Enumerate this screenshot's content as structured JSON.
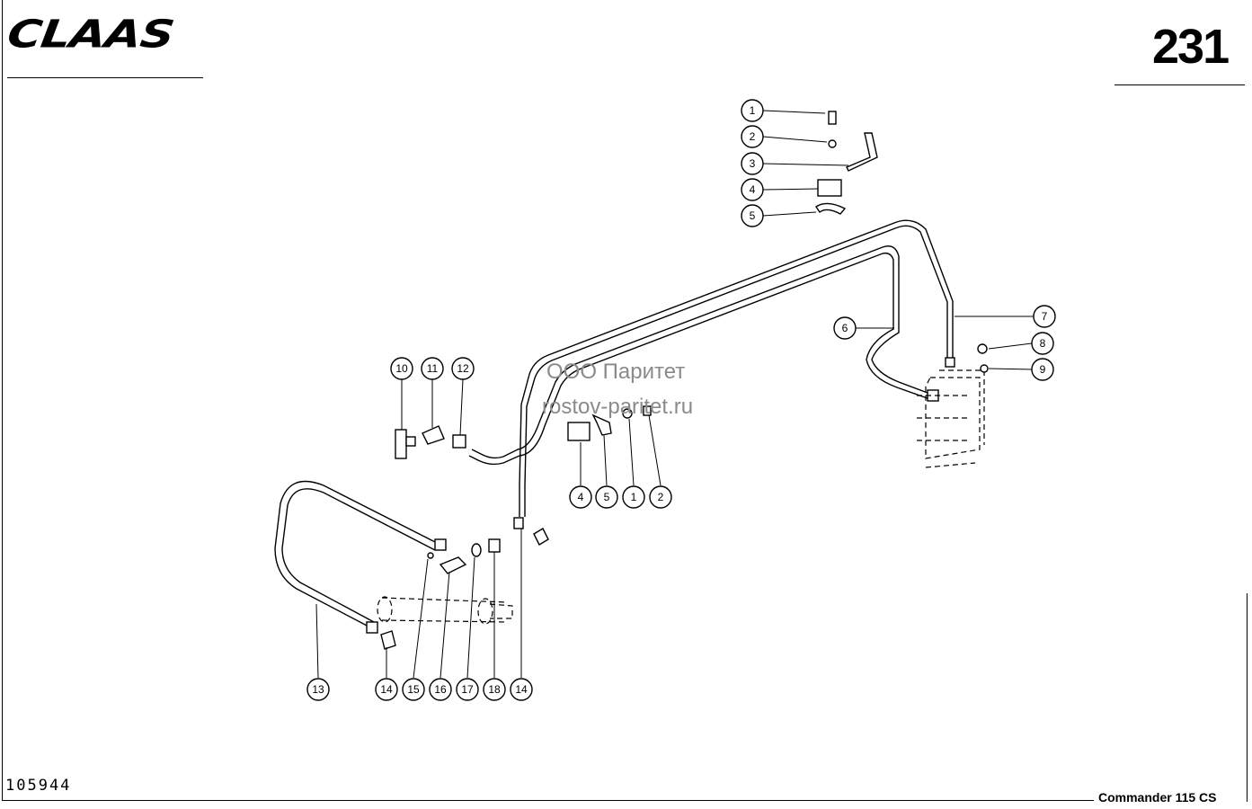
{
  "header": {
    "brand": "CLAAS",
    "page_number": "231"
  },
  "footer": {
    "drawing_number": "105944",
    "model": "Commander 115 CS"
  },
  "watermark": {
    "line1": "ООО Паритет",
    "line2": "rostov-paritet.ru"
  },
  "callouts": {
    "top_1": "1",
    "top_2": "2",
    "top_3": "3",
    "top_4": "4",
    "top_5": "5",
    "mid_4": "4",
    "mid_5": "5",
    "mid_1": "1",
    "mid_2": "2",
    "c6": "6",
    "c7": "7",
    "c8": "8",
    "c9": "9",
    "c10": "10",
    "c11": "11",
    "c12": "12",
    "c13": "13",
    "c14a": "14",
    "c15": "15",
    "c16": "16",
    "c17": "17",
    "c18": "18",
    "c14b": "14"
  }
}
